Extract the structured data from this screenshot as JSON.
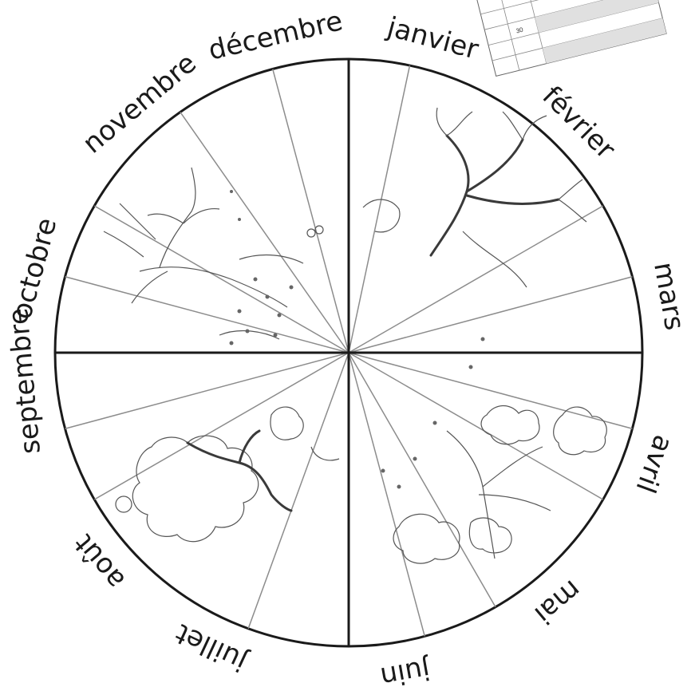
{
  "months": [
    {
      "id": "janvier",
      "label": "janvier"
    },
    {
      "id": "fevrier",
      "label": "février"
    },
    {
      "id": "mars",
      "label": "mars"
    },
    {
      "id": "avril",
      "label": "avril"
    },
    {
      "id": "mai",
      "label": "mai"
    },
    {
      "id": "juin",
      "label": "juin"
    },
    {
      "id": "juillet",
      "label": "juillet"
    },
    {
      "id": "aout",
      "label": "août"
    },
    {
      "id": "septembre",
      "label": "septembre"
    },
    {
      "id": "octobre",
      "label": "octobre"
    },
    {
      "id": "novembre",
      "label": "novembre"
    },
    {
      "id": "decembre",
      "label": "décembre"
    }
  ],
  "corner_table": {
    "visible_number": "30"
  },
  "seasons": [
    "winter-tree",
    "spring-tree",
    "summer-tree",
    "autumn-tree"
  ]
}
